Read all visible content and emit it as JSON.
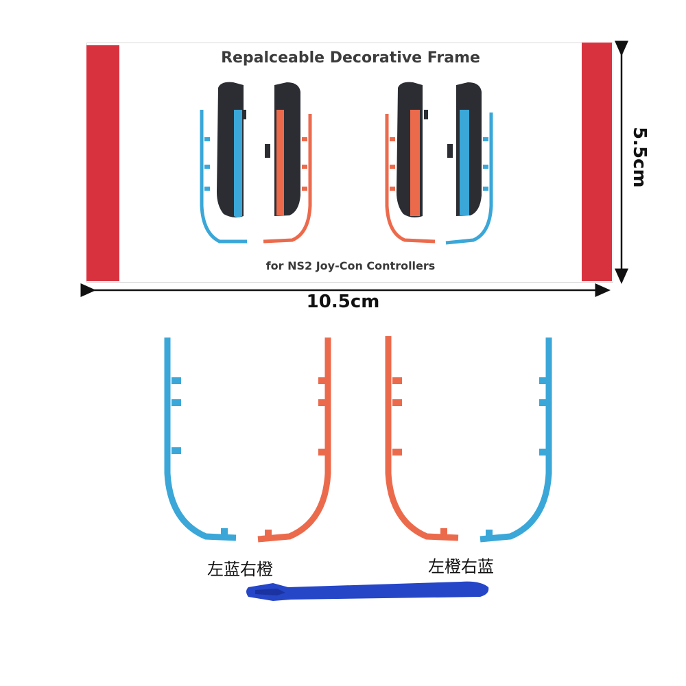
{
  "product_card": {
    "title": "Repalceable Decorative Frame",
    "subtitle": "for NS2 Joy-Con Controllers"
  },
  "dimensions": {
    "width_label": "10.5cm",
    "height_label": "5.5cm"
  },
  "variants": [
    {
      "label": "左蓝右橙"
    },
    {
      "label": "左橙右蓝"
    }
  ],
  "colors": {
    "stripe_red": "#d9323f",
    "frame_blue": "#3aa7d8",
    "frame_orange": "#ec6a4c",
    "tool_blue": "#2646c8",
    "controller_dark": "#2b2d33"
  }
}
